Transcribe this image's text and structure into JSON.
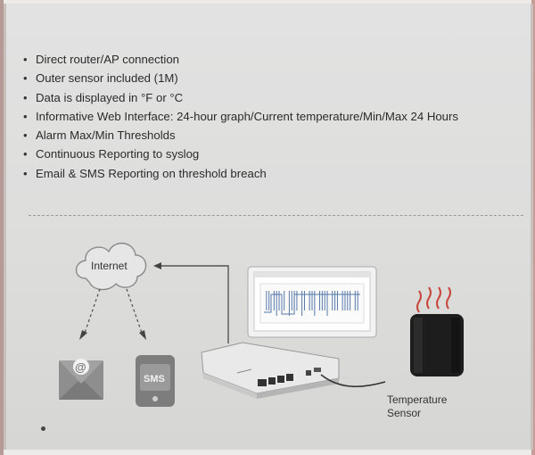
{
  "features": [
    "Direct router/AP connection",
    "Outer sensor included (1M)",
    "Data is displayed in °F or °C",
    "Informative Web Interface: 24-hour graph/Current temperature/Min/Max 24 Hours",
    "Alarm Max/Min Thresholds",
    "Continuous Reporting to syslog",
    "Email & SMS Reporting on threshold breach"
  ],
  "diagram": {
    "cloud_label": "Internet",
    "sms_label": "SMS",
    "email_symbol": "@",
    "sensor_label_line1": "Temperature",
    "sensor_label_line2": "Sensor"
  }
}
